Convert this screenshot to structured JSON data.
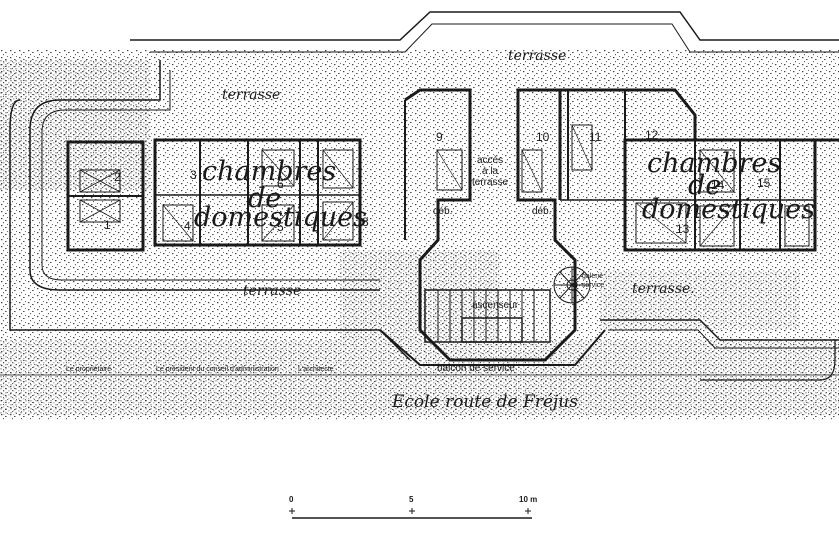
{
  "plan": {
    "terrace_labels": {
      "top_right": "terrasse",
      "top_left": "terrasse",
      "bottom_left": "terrasse",
      "bottom_right": "terrasse."
    },
    "rooms_left": {
      "label_line1": "chambres",
      "label_line2": "de",
      "label_line3": "domestiques"
    },
    "rooms_right": {
      "label_line1": "chambres",
      "label_line2": "de",
      "label_line3": "domestiques"
    },
    "room_numbers": [
      "2",
      "1",
      "3",
      "6",
      "7",
      "4",
      "5",
      "8",
      "9",
      "10",
      "11",
      "12",
      "14",
      "15",
      "13"
    ],
    "terrace_access": [
      "accès",
      "à la",
      "terrasse"
    ],
    "landing_left": "déb.",
    "landing_right": "déb.",
    "service_stair": [
      "galerie",
      "service"
    ],
    "lift": "ascenseur",
    "service_balcony": "balcon de service",
    "signatures": {
      "owner": "Le propriétaire",
      "president": "Le président du conseil d'administration",
      "architect": "L'architecte"
    },
    "title": "Ecole route de Fréjus"
  },
  "scale_bar": {
    "tick_labels": [
      "0",
      "5",
      "10 m"
    ]
  },
  "colors": {
    "ink": "#1a1a1a",
    "paper": "#ffffff"
  }
}
